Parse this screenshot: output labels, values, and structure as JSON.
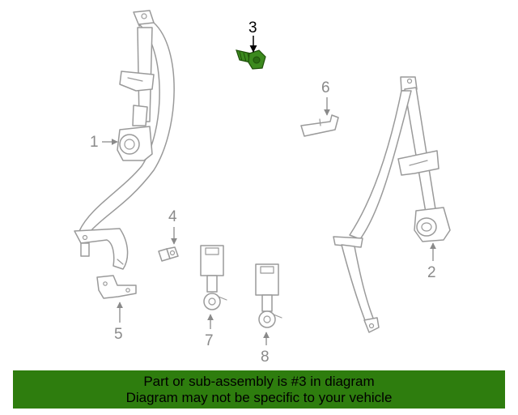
{
  "callouts": {
    "c1": "1",
    "c2": "2",
    "c3": "3",
    "c4": "4",
    "c5": "5",
    "c6": "6",
    "c7": "7",
    "c8": "8"
  },
  "highlighted_part": "3",
  "colors": {
    "highlight_part": "#3c8a1e",
    "banner_background": "#2e7d0e",
    "part_outline": "#9a9a9a"
  },
  "banner": {
    "line1": "Part or sub-assembly is #3 in diagram",
    "line2": "Diagram may not be specific to your vehicle"
  }
}
